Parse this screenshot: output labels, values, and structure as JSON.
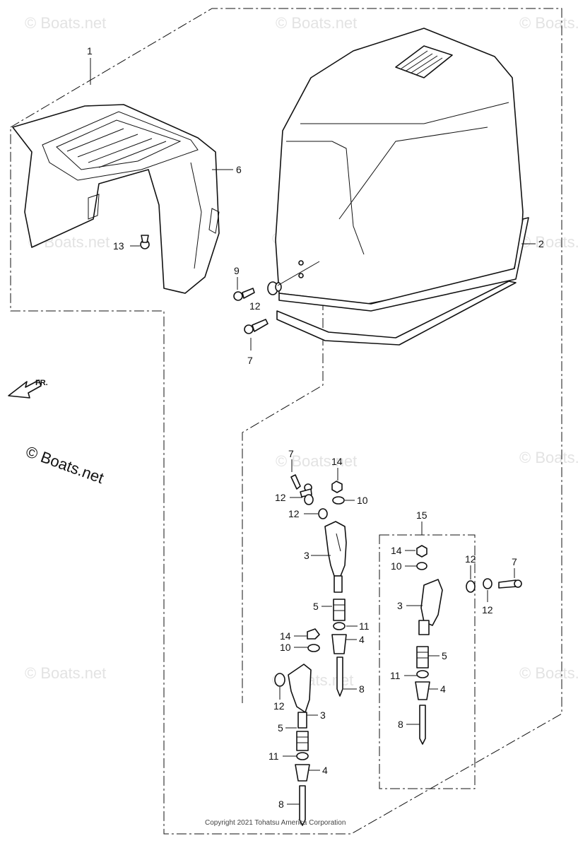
{
  "watermark_text": "© Boats.net",
  "copyright": "Copyright 2021 Tohatsu America Corporation",
  "direction_label": "FR.",
  "callouts": [
    {
      "id": "c1",
      "text": "1"
    },
    {
      "id": "c2",
      "text": "2"
    },
    {
      "id": "c6",
      "text": "6"
    },
    {
      "id": "c13",
      "text": "13"
    },
    {
      "id": "c9",
      "text": "9"
    },
    {
      "id": "c12a",
      "text": "12"
    },
    {
      "id": "c7a",
      "text": "7"
    },
    {
      "id": "c7b",
      "text": "7"
    },
    {
      "id": "c14a",
      "text": "14"
    },
    {
      "id": "c12b",
      "text": "12"
    },
    {
      "id": "c10a",
      "text": "10"
    },
    {
      "id": "c12c",
      "text": "12"
    },
    {
      "id": "c3a",
      "text": "3"
    },
    {
      "id": "c5a",
      "text": "5"
    },
    {
      "id": "c11a",
      "text": "11"
    },
    {
      "id": "c14b",
      "text": "14"
    },
    {
      "id": "c4a",
      "text": "4"
    },
    {
      "id": "c10b",
      "text": "10"
    },
    {
      "id": "c8a",
      "text": "8"
    },
    {
      "id": "c12d",
      "text": "12"
    },
    {
      "id": "c3b",
      "text": "3"
    },
    {
      "id": "c5b",
      "text": "5"
    },
    {
      "id": "c11b",
      "text": "11"
    },
    {
      "id": "c4b",
      "text": "4"
    },
    {
      "id": "c8b",
      "text": "8"
    },
    {
      "id": "c15",
      "text": "15"
    },
    {
      "id": "c14c",
      "text": "14"
    },
    {
      "id": "c10c",
      "text": "10"
    },
    {
      "id": "c3c",
      "text": "3"
    },
    {
      "id": "c5c",
      "text": "5"
    },
    {
      "id": "c11c",
      "text": "11"
    },
    {
      "id": "c4c",
      "text": "4"
    },
    {
      "id": "c8c",
      "text": "8"
    },
    {
      "id": "c12e",
      "text": "12"
    },
    {
      "id": "c12f",
      "text": "12"
    },
    {
      "id": "c7c",
      "text": "7"
    }
  ]
}
